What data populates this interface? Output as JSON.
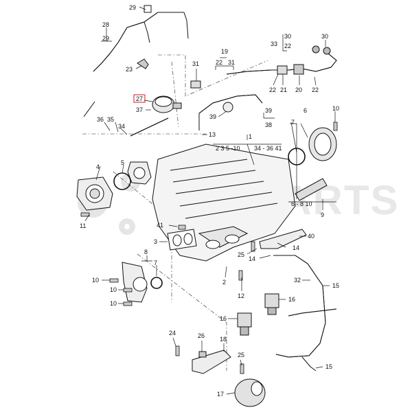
{
  "watermark": {
    "text": "AMDPARTS",
    "color": "#d0d0d0"
  },
  "highlight_color": "#d9141b",
  "callouts": {
    "c29a": "29",
    "c28": "28",
    "c29b": "29",
    "c23": "23",
    "c19": "19",
    "c22_31": "22",
    "c31_19": "31",
    "c33": "33",
    "c30a": "30",
    "c22_33": "22",
    "c30b": "30",
    "c31": "31",
    "c22a": "22",
    "c21": "21",
    "c20": "20",
    "c22b": "22",
    "c27": "27",
    "c37": "37",
    "c39a": "39",
    "c39b": "39",
    "c38": "38",
    "c36": "36",
    "c35": "35",
    "c34": "34",
    "c13": "13",
    "c6": "6",
    "c7a": "7",
    "c10a": "10",
    "c1": "1",
    "range_1a": "2   3  5 -10",
    "range_1b": "34 - 36  41",
    "c4": "4",
    "c5": "5",
    "c11": "11",
    "range_9": "6 - 8   10",
    "c9": "9",
    "c41": "41",
    "c40": "40",
    "c3": "3",
    "c14a": "14",
    "c14b": "14",
    "c25a": "25",
    "c2": "2",
    "c12": "12",
    "c8": "8",
    "c7b": "7",
    "c10b": "10",
    "c10c": "10",
    "c10d": "10",
    "c32": "32",
    "c15a": "15",
    "c16a": "16",
    "c16b": "16",
    "c24": "24",
    "c26": "26",
    "c18": "18",
    "c25b": "25",
    "c15b": "15",
    "c17": "17"
  }
}
